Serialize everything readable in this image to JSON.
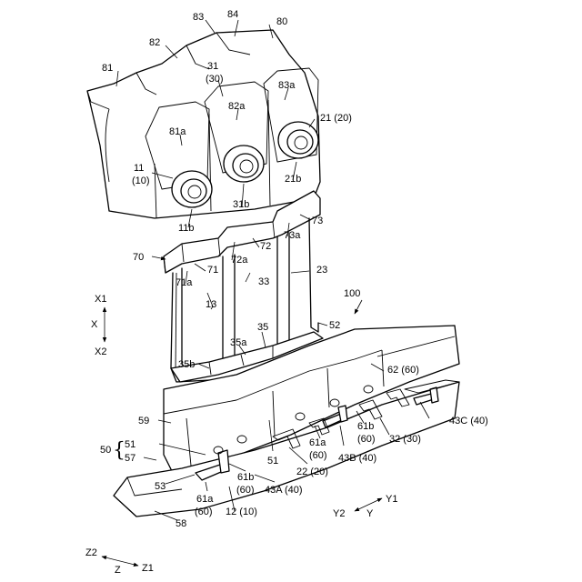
{
  "figure": {
    "title": "",
    "background": "#ffffff",
    "line_color": "#000000"
  },
  "labels": {
    "l80": "80",
    "l83": "83",
    "l84": "84",
    "l82": "82",
    "l81": "81",
    "l31": "31",
    "l30": "(30)",
    "l83a": "83a",
    "l82a": "82a",
    "l81a": "81a",
    "l21": "21 (20)",
    "l11": "11",
    "l10": "(10)",
    "l21b": "21b",
    "l31b": "31b",
    "l11b": "11b",
    "l73": "73",
    "l73a": "73a",
    "l72": "72",
    "l70": "70",
    "l72a": "72a",
    "l71": "71",
    "l71a": "71a",
    "l23": "23",
    "l33": "33",
    "l13": "13",
    "l100": "100",
    "l52": "52",
    "l35": "35",
    "l35a": "35a",
    "l35b": "35b",
    "l62": "62 (60)",
    "l59": "59",
    "l61b_r": "61b",
    "l60_r": "(60)",
    "l43c": "43C (40)",
    "l32": "32 (30)",
    "l43b": "43B (40)",
    "l61a_r": "61a",
    "l60_m": "(60)",
    "l22": "22 (20)",
    "l50": "50",
    "l51a": "51",
    "l57": "57",
    "l51b": "51",
    "l53": "53",
    "l61b_l": "61b",
    "l60_l": "(60)",
    "l43a": "43A (40)",
    "l61a_l": "61a",
    "l60_b": "(60)",
    "l12": "12 (10)",
    "l58": "58"
  },
  "axes": {
    "x1": "X1",
    "x": "X",
    "x2": "X2",
    "y1": "Y1",
    "y2": "Y2",
    "y": "Y",
    "z2": "Z2",
    "z": "Z",
    "z1": "Z1"
  }
}
